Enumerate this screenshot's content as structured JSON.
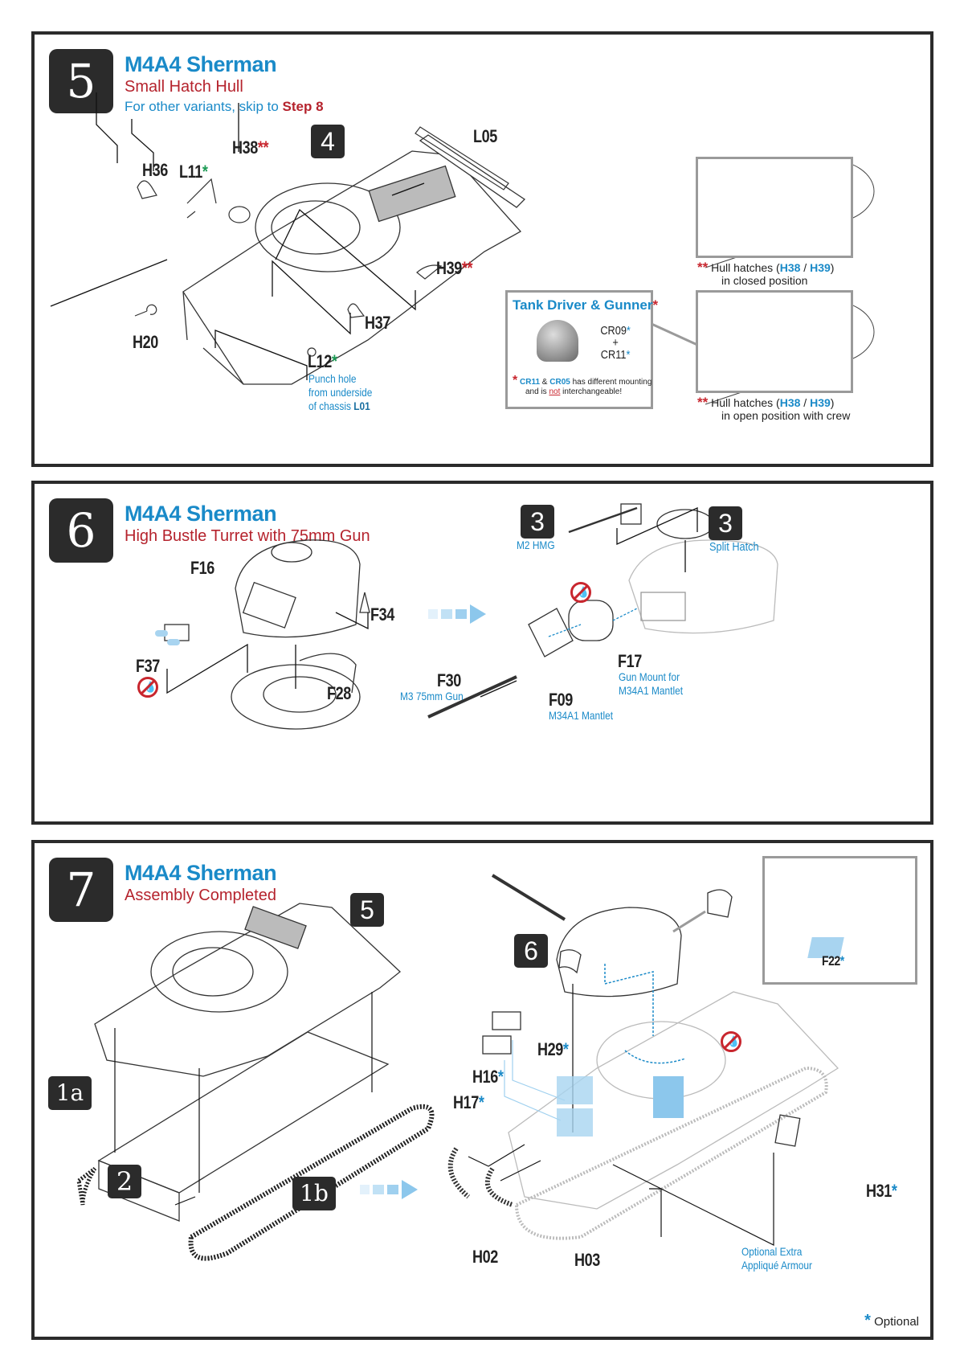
{
  "steps": {
    "step5": {
      "number": "5",
      "title": "M4A4 Sherman",
      "subtitle": "Small Hatch Hull",
      "skip_note_prefix": "For other variants, skip to ",
      "skip_note_target": "Step 8",
      "ref_badge": "4",
      "parts": {
        "h36": "H36",
        "l11": "L11",
        "h38": "H38",
        "l05": "L05",
        "h39": "H39",
        "h37": "H37",
        "h20": "H20",
        "l12": "L12"
      },
      "l12_note_line1": "Punch hole",
      "l12_note_line2": "from underside",
      "l12_note_line3_prefix": "of chassis ",
      "l12_note_line3_part": "L01",
      "crew_callout": {
        "title": "Tank Driver & Gunner",
        "part_a": "CR09",
        "plus": "+",
        "part_b": "CR11",
        "warning_part_a": "CR11",
        "warning_amp": " & ",
        "warning_part_b": "CR05",
        "warning_text": " has different mounting",
        "warning_line2_prefix": "and is ",
        "warning_line2_emph": "not",
        "warning_line2_suffix": " interchangeable!"
      },
      "hatch_closed": {
        "stars": "**",
        "prefix": "Hull hatches (",
        "part_a": "H38",
        "sep": " / ",
        "part_b": "H39",
        "suffix": ")",
        "line2": "in closed position"
      },
      "hatch_open": {
        "stars": "**",
        "prefix": "Hull hatches (",
        "part_a": "H38",
        "sep": " / ",
        "part_b": "H39",
        "suffix": ")",
        "line2": "in open position with crew"
      }
    },
    "step6": {
      "number": "6",
      "title": "M4A4 Sherman",
      "subtitle": "High Bustle Turret with 75mm Gun",
      "parts": {
        "f16": "F16",
        "f34": "F34",
        "f37": "F37",
        "f28": "F28",
        "f30": "F30",
        "f09": "F09",
        "f17": "F17"
      },
      "f30_note": "M3 75mm Gun",
      "f09_note": "M34A1 Mantlet",
      "f17_note_line1": "Gun Mount for",
      "f17_note_line2": "M34A1 Mantlet",
      "ref_hmg": {
        "badge": "3",
        "label": "M2 HMG"
      },
      "ref_hatch": {
        "badge": "3",
        "label": "Split Hatch"
      }
    },
    "step7": {
      "number": "7",
      "title": "M4A4 Sherman",
      "subtitle": "Assembly Completed",
      "refs": {
        "hull": "5",
        "lower_a": "1a",
        "lower_b": "1b",
        "bogie": "2",
        "turret": "6"
      },
      "parts": {
        "f22": "F22",
        "h29": "H29",
        "h16": "H16",
        "h17": "H17",
        "h02": "H02",
        "h03": "H03",
        "h31": "H31"
      },
      "armour_note_line1": "Optional Extra",
      "armour_note_line2": "Appliqué Armour",
      "legend_star": "*",
      "legend_label": "Optional"
    }
  },
  "markers": {
    "double_star": "**",
    "single_star": "*",
    "no_glue_icon": "no-glue-icon"
  },
  "colors": {
    "title_blue": "#1a8ac8",
    "subtitle_red": "#b5232d",
    "frame": "#2b2b2b",
    "callout_gray": "#9a9a9a",
    "highlight_blue": "#a8d4f0"
  }
}
